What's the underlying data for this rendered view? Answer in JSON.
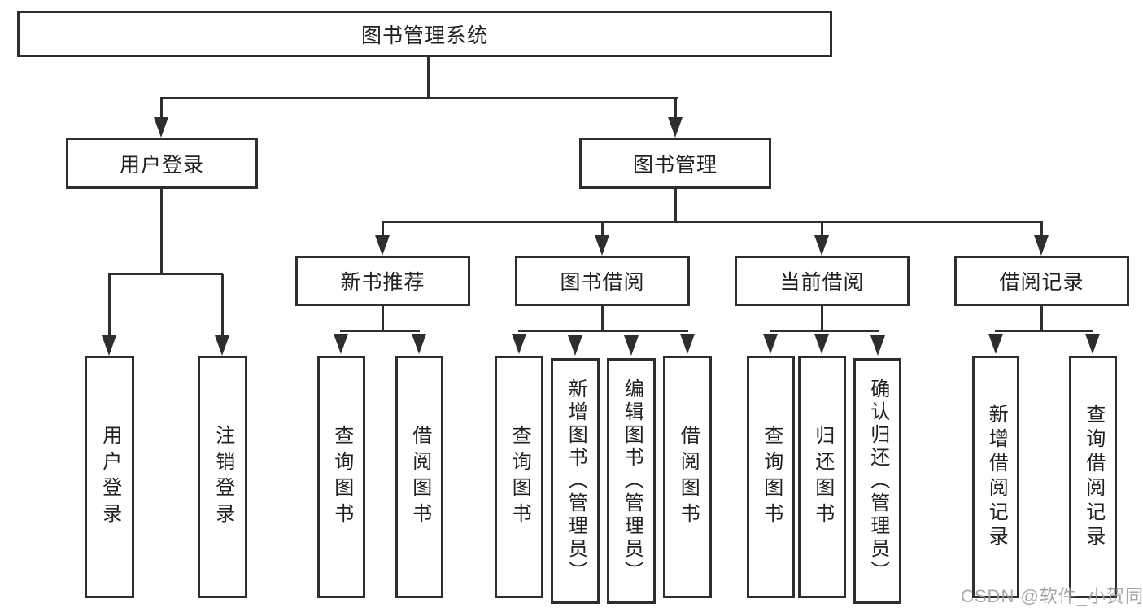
{
  "tree": {
    "root": {
      "label": "图书管理系统"
    },
    "branches": [
      {
        "label": "用户登录",
        "children": [
          {
            "label": "用户登录"
          },
          {
            "label": "注销登录"
          }
        ]
      },
      {
        "label": "图书管理",
        "children": [
          {
            "label": "新书推荐",
            "children": [
              {
                "label": "查询图书"
              },
              {
                "label": "借阅图书"
              }
            ]
          },
          {
            "label": "图书借阅",
            "children": [
              {
                "label": "查询图书"
              },
              {
                "label": "新增图书（管理员）"
              },
              {
                "label": "编辑图书（管理员）"
              },
              {
                "label": "借阅图书"
              }
            ]
          },
          {
            "label": "当前借阅",
            "children": [
              {
                "label": "查询图书"
              },
              {
                "label": "归还图书"
              },
              {
                "label": "确认归还（管理员）"
              }
            ]
          },
          {
            "label": "借阅记录",
            "children": [
              {
                "label": "新增借阅记录"
              },
              {
                "label": "查询借阅记录"
              }
            ]
          }
        ]
      }
    ]
  },
  "watermark": {
    "text": "CSDN @软件_小贺同学"
  },
  "colors": {
    "line": "#2e2e2e",
    "text": "#212121",
    "watermark": "#9e9ea4",
    "background": "#ffffff"
  }
}
